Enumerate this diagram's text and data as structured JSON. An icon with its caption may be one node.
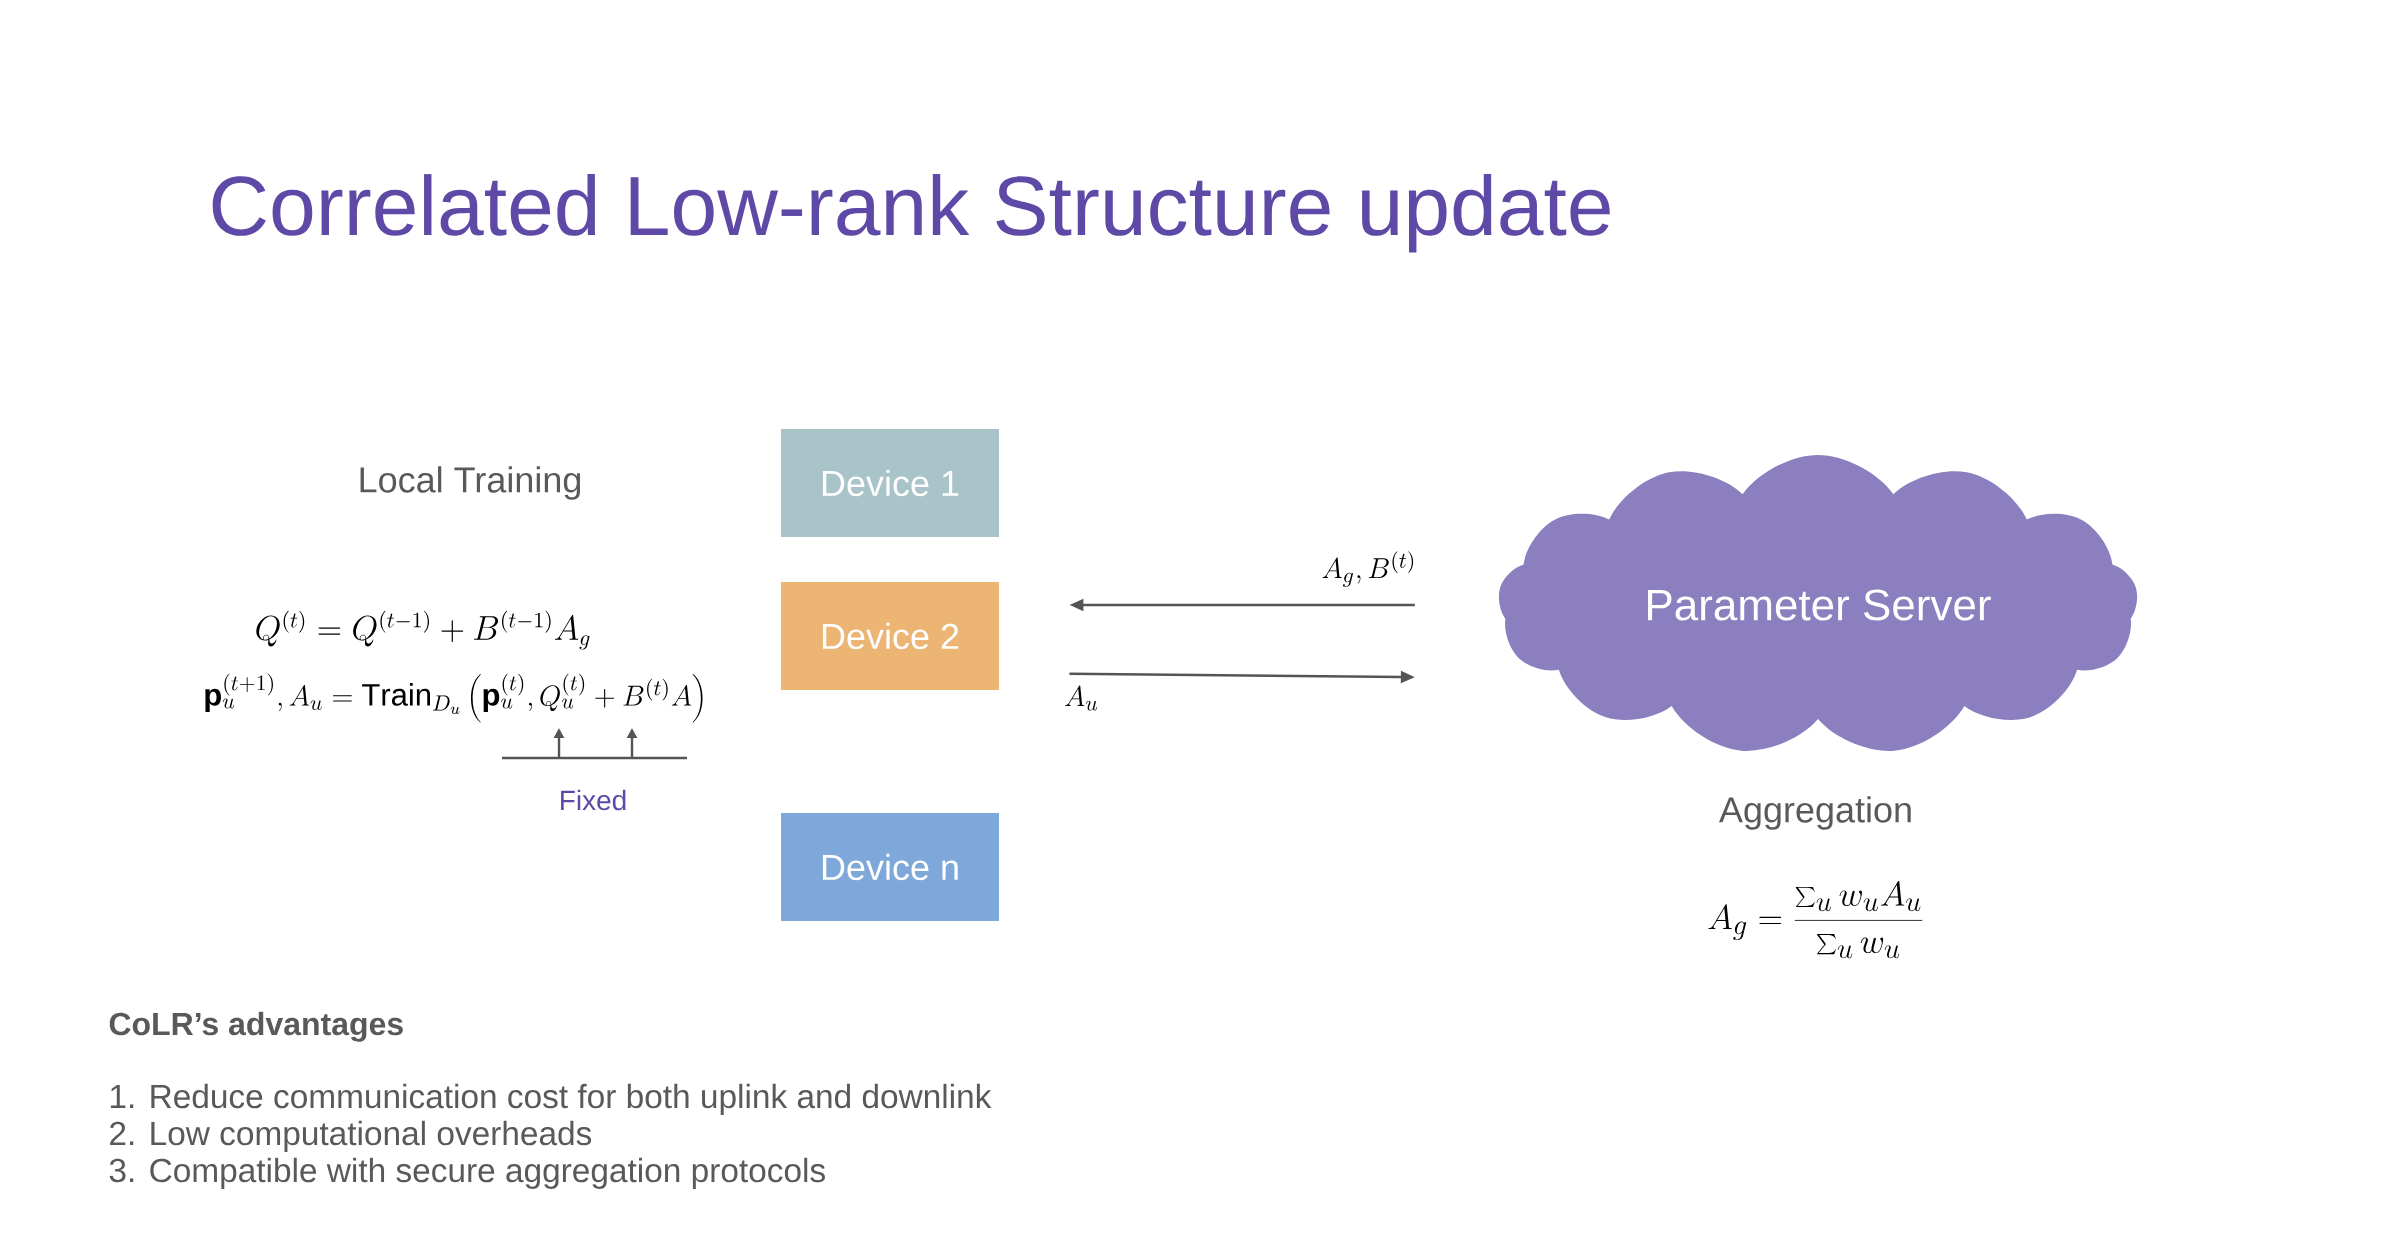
{
  "diagram": {
    "title": "Correlated Low-rank Structure update",
    "nodes": [
      {
        "text": [
          "Device 1"
        ]
      },
      {
        "text": [
          "Device 2"
        ]
      },
      {
        "text": [
          "Device n"
        ]
      },
      {
        "text": [
          "Parameter Server"
        ]
      }
    ],
    "edges": [
      {
        "from": 3,
        "to": 1,
        "arrow": "to",
        "label": "A_g, B^{(t)}"
      },
      {
        "from": 1,
        "to": 3,
        "arrow": "to",
        "label": "A_u"
      }
    ],
    "labels": [
      "Local Training",
      "Q^{(t)} = Q^{(t-1)} + B^{(t-1)} A_g",
      "\\mathbf{p}_u^{(t+1)}, A_u = \\mathrm{Train}_{D_u} \\left( \\mathbf{p}_u^{(t)}, Q_u^{(t)} + B^{(t)} A \\right)",
      "Fixed",
      "Aggregation",
      "A_g = \\frac{\\sum_u w_u A_u}{\\sum_u w_u}",
      "CoLR’s advantages",
      "1. Reduce communication cost for both uplink and downlink",
      "2. Low computational overheads",
      "3. Compatible with secure aggregation protocols"
    ]
  }
}
